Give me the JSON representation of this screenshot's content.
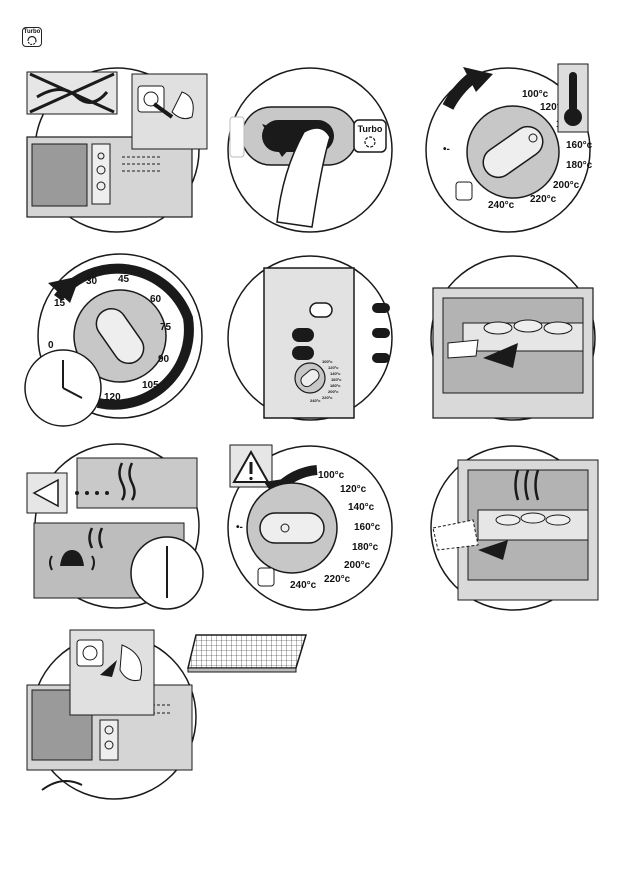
{
  "icons": {
    "turbo": "Turbo"
  },
  "temperature_scale": [
    "100°c",
    "120°c",
    "140°c",
    "160°c",
    "180°c",
    "200°c",
    "220°c",
    "240°c"
  ],
  "timer_scale": [
    "0",
    "15",
    "30",
    "45",
    "60",
    "75",
    "90",
    "105",
    "120"
  ],
  "colors": {
    "line": "#1a1a1a",
    "shade": "#bdbdbd",
    "light": "#e6e6e6"
  }
}
